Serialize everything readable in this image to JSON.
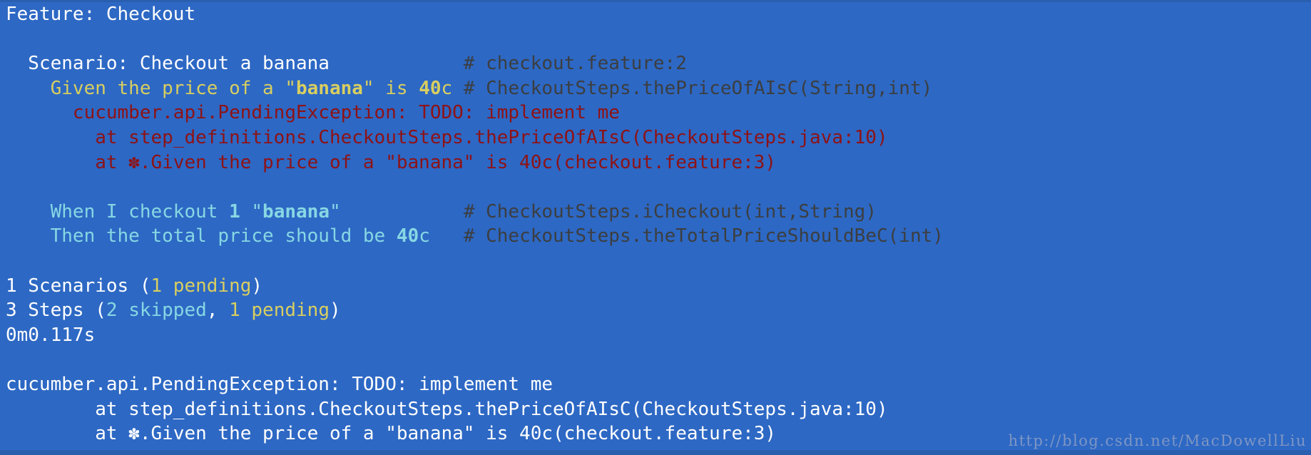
{
  "colors": {
    "background": "#2d68c4",
    "edge_strip": "#2a5fb0",
    "text_default": "#ffffff",
    "pending_yellow": "#d8ce60",
    "skipped_cyan": "#87d7e4",
    "error_red": "#8e1215",
    "comment_gray": "#3c3e40",
    "watermark": "#7e96c4"
  },
  "console": {
    "lines": [
      {
        "segments": [
          {
            "t": "Feature: Checkout",
            "c": "plain"
          }
        ]
      },
      {
        "segments": []
      },
      {
        "segments": [
          {
            "t": "  Scenario: Checkout a banana",
            "c": "plain"
          },
          {
            "t": "            ",
            "c": "plain"
          },
          {
            "t": "# checkout.feature:2",
            "c": "comment"
          }
        ]
      },
      {
        "segments": [
          {
            "t": "    Given the price of a \"",
            "c": "pending"
          },
          {
            "t": "banana",
            "c": "pending",
            "b": true
          },
          {
            "t": "\" is ",
            "c": "pending"
          },
          {
            "t": "40",
            "c": "pending",
            "b": true
          },
          {
            "t": "c",
            "c": "pending"
          },
          {
            "t": " ",
            "c": "plain"
          },
          {
            "t": "# CheckoutSteps.thePriceOfAIsC(String,int)",
            "c": "comment"
          }
        ]
      },
      {
        "segments": [
          {
            "t": "      cucumber.api.PendingException: TODO: implement me",
            "c": "error"
          }
        ]
      },
      {
        "segments": [
          {
            "t": "        at step_definitions.CheckoutSteps.thePriceOfAIsC(CheckoutSteps.java:10)",
            "c": "error"
          }
        ]
      },
      {
        "segments": [
          {
            "t": "        at ✽.Given the price of a \"banana\" is 40c(checkout.feature:3)",
            "c": "error"
          }
        ]
      },
      {
        "segments": []
      },
      {
        "segments": [
          {
            "t": "    When I checkout ",
            "c": "skipped"
          },
          {
            "t": "1",
            "c": "skipped",
            "b": true
          },
          {
            "t": " \"",
            "c": "skipped"
          },
          {
            "t": "banana",
            "c": "skipped",
            "b": true
          },
          {
            "t": "\"",
            "c": "skipped"
          },
          {
            "t": "           ",
            "c": "plain"
          },
          {
            "t": "# CheckoutSteps.iCheckout(int,String)",
            "c": "comment"
          }
        ]
      },
      {
        "segments": [
          {
            "t": "    Then the total price should be ",
            "c": "skipped"
          },
          {
            "t": "40",
            "c": "skipped",
            "b": true
          },
          {
            "t": "c",
            "c": "skipped"
          },
          {
            "t": "   ",
            "c": "plain"
          },
          {
            "t": "# CheckoutSteps.theTotalPriceShouldBeC(int)",
            "c": "comment"
          }
        ]
      },
      {
        "segments": []
      },
      {
        "segments": [
          {
            "t": "1 Scenarios (",
            "c": "plain"
          },
          {
            "t": "1 pending",
            "c": "pending"
          },
          {
            "t": ")",
            "c": "plain"
          }
        ]
      },
      {
        "segments": [
          {
            "t": "3 Steps (",
            "c": "plain"
          },
          {
            "t": "2 skipped",
            "c": "skipped"
          },
          {
            "t": ", ",
            "c": "plain"
          },
          {
            "t": "1 pending",
            "c": "pending"
          },
          {
            "t": ")",
            "c": "plain"
          }
        ]
      },
      {
        "segments": [
          {
            "t": "0m0.117s",
            "c": "plain"
          }
        ]
      },
      {
        "segments": []
      },
      {
        "segments": [
          {
            "t": "cucumber.api.PendingException: TODO: implement me",
            "c": "plain"
          }
        ]
      },
      {
        "segments": [
          {
            "t": "        at step_definitions.CheckoutSteps.thePriceOfAIsC(CheckoutSteps.java:10)",
            "c": "plain"
          }
        ]
      },
      {
        "segments": [
          {
            "t": "        at ✽.Given the price of a \"banana\" is 40c(checkout.feature:3)",
            "c": "plain"
          }
        ]
      }
    ]
  },
  "watermark": {
    "text": "http://blog.csdn.net/MacDowellLiu"
  }
}
